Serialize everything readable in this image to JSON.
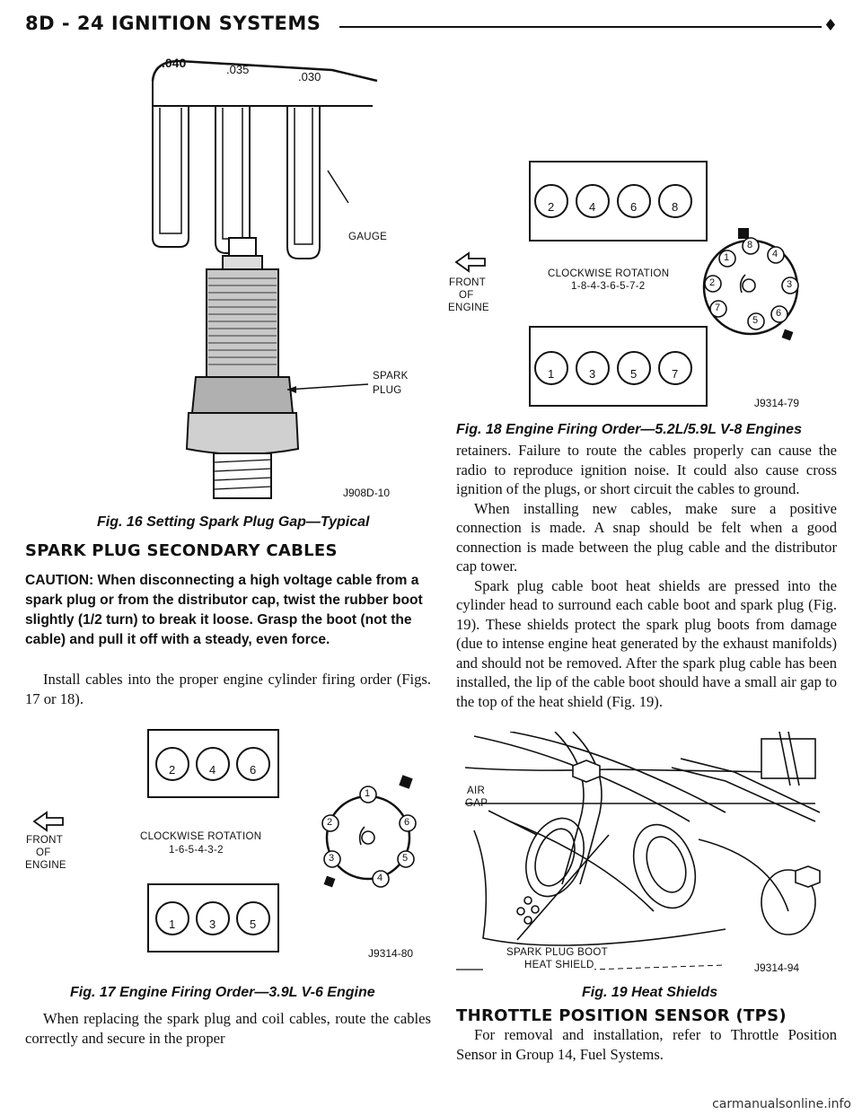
{
  "header": {
    "title": "8D - 24   IGNITION SYSTEMS",
    "marker": "♦"
  },
  "fig16": {
    "gaps": [
      ".040",
      ".035",
      ".030"
    ],
    "gauge_label": "GAUGE",
    "spark_label_1": "SPARK",
    "spark_label_2": "PLUG",
    "code": "J908D-10",
    "caption": "Fig. 16 Setting Spark Plug Gap—Typical"
  },
  "section1": {
    "heading": "SPARK PLUG SECONDARY CABLES",
    "caution": "CAUTION: When disconnecting a high voltage cable from a spark plug or from the distributor cap, twist the rubber boot slightly (1/2 turn) to break it loose. Grasp the boot (not the cable) and pull it off with a steady, even force.",
    "para1": "Install cables into the proper engine cylinder firing order (Figs. 17 or 18)."
  },
  "fig17": {
    "top_cyl": [
      "2",
      "4",
      "6"
    ],
    "bottom_cyl": [
      "1",
      "3",
      "5"
    ],
    "front_1": "FRONT",
    "front_2": "OF",
    "front_3": "ENGINE",
    "rotation_1": "CLOCKWISE ROTATION",
    "rotation_2": "1-6-5-4-3-2",
    "cap_terminals": [
      "1",
      "6",
      "5",
      "4",
      "3",
      "2"
    ],
    "code": "J9314-80",
    "caption": "Fig. 17 Engine Firing Order—3.9L V-6 Engine"
  },
  "left_bottom_text": "When replacing the spark plug and coil cables, route the cables correctly and secure in the proper",
  "fig18": {
    "top_cyl": [
      "2",
      "4",
      "6",
      "8"
    ],
    "bottom_cyl": [
      "1",
      "3",
      "5",
      "7"
    ],
    "front_1": "FRONT",
    "front_2": "OF",
    "front_3": "ENGINE",
    "rotation_1": "CLOCKWISE ROTATION",
    "rotation_2": "1-8-4-3-6-5-7-2",
    "cap_terminals": [
      "1",
      "8",
      "4",
      "3",
      "6",
      "5",
      "7",
      "2"
    ],
    "code": "J9314-79",
    "caption": "Fig. 18 Engine Firing Order—5.2L/5.9L V-8 Engines"
  },
  "right_text": {
    "para1": "retainers. Failure to route the cables properly can cause the radio to reproduce ignition noise. It could also cause cross ignition of the plugs, or short circuit the cables to ground.",
    "para2": "When installing new cables, make sure a positive connection is made. A snap should be felt when a good connection is made between the plug cable and the distributor cap tower.",
    "para3": "Spark plug cable boot heat shields are pressed into the cylinder head to surround each cable boot and spark plug (Fig. 19). These shields protect the spark plug boots from damage (due to intense engine heat generated by the exhaust manifolds) and should not be removed. After the spark plug cable has been installed, the lip of the cable boot should have a small air gap to the top of the heat shield (Fig. 19)."
  },
  "fig19": {
    "air_1": "AIR",
    "air_2": "GAP",
    "boot_1": "SPARK PLUG BOOT",
    "boot_2": "HEAT SHIELD",
    "code": "J9314-94",
    "caption": "Fig. 19 Heat Shields"
  },
  "section2": {
    "heading": "THROTTLE POSITION SENSOR (TPS)",
    "para": "For removal and installation, refer to Throttle Position Sensor in Group 14, Fuel Systems."
  },
  "watermark": "carmanualsonline.info"
}
